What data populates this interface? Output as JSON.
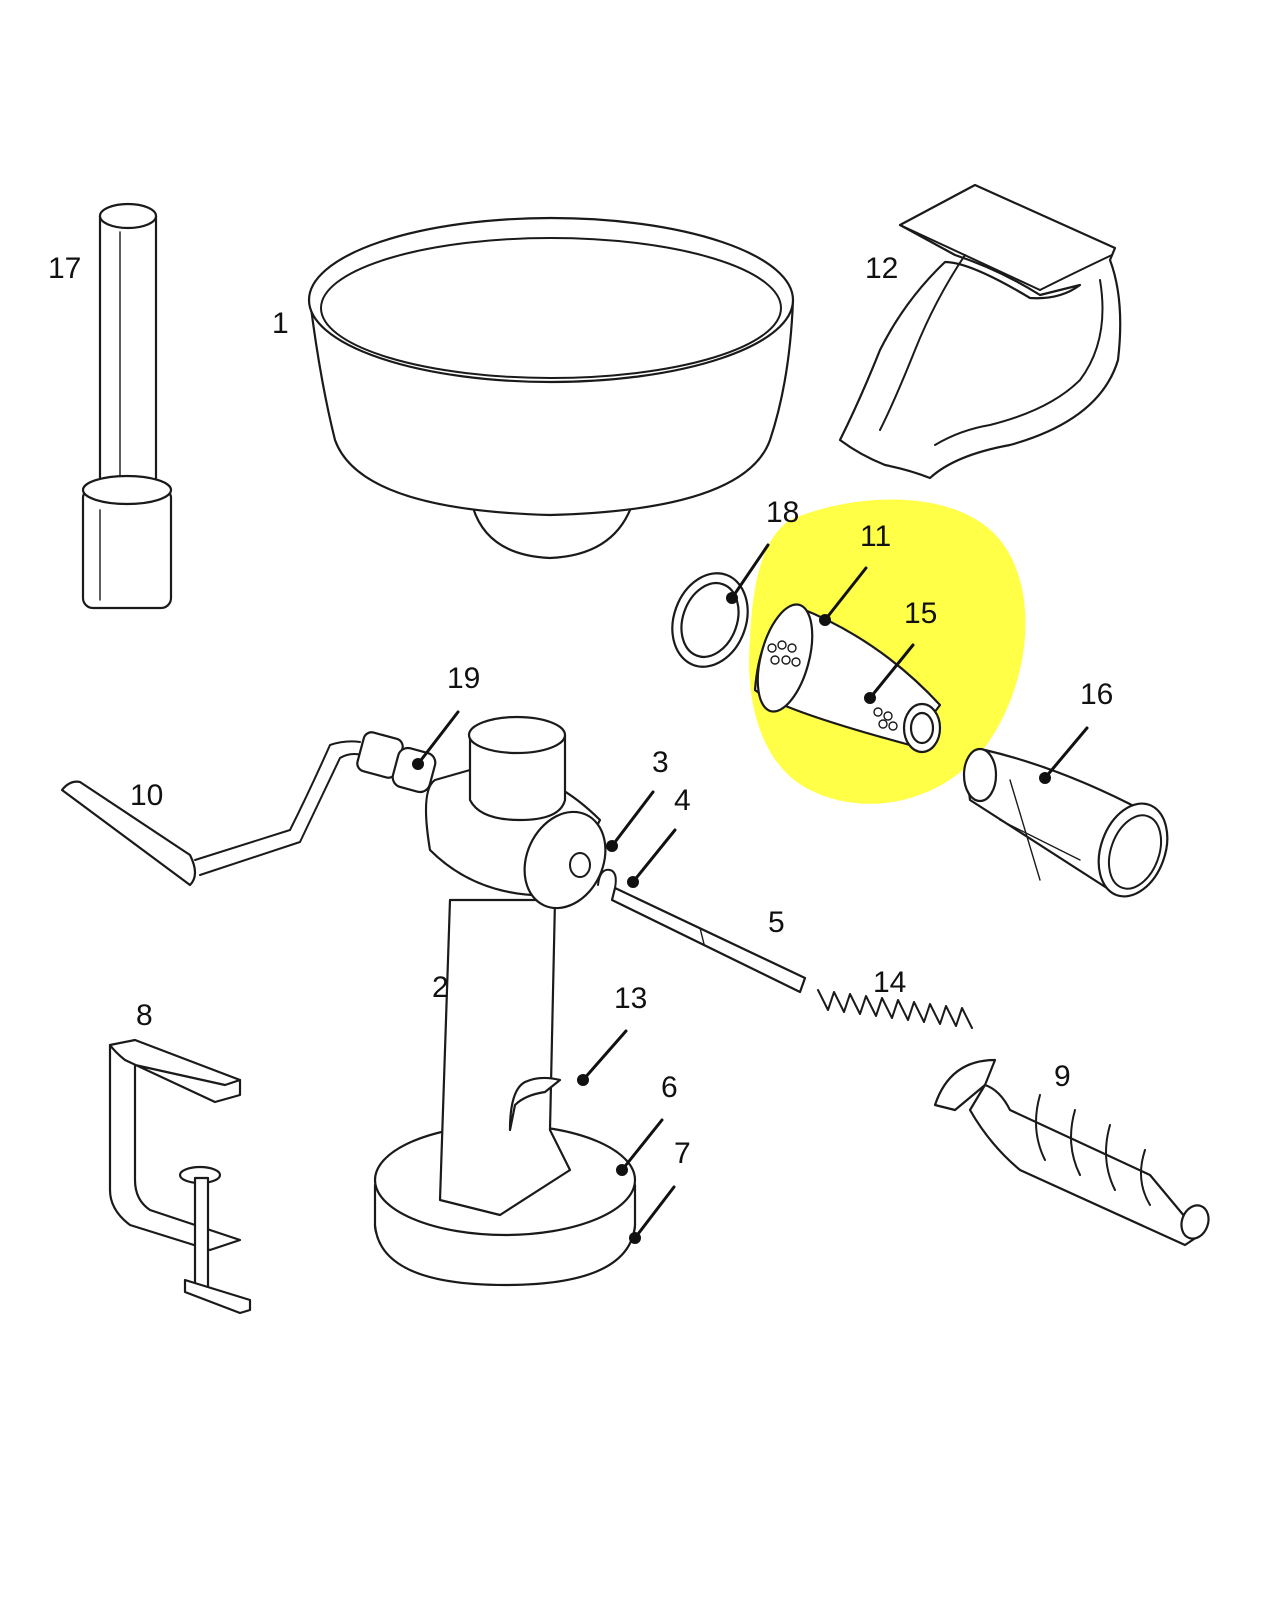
{
  "labels": {
    "l1": "1",
    "l2": "2",
    "l3": "3",
    "l4": "4",
    "l5": "5",
    "l6": "6",
    "l7": "7",
    "l8": "8",
    "l9": "9",
    "l10": "10",
    "l11": "11",
    "l12": "12",
    "l13": "13",
    "l14": "14",
    "l15": "15",
    "l16": "16",
    "l17": "17",
    "l18": "18",
    "l19": "19"
  },
  "colors": {
    "highlight": "#ffff33",
    "highlight_part": "#f3ef45",
    "stroke": "#1a1a1a"
  },
  "highlighted_parts": [
    "11",
    "15",
    "18"
  ]
}
